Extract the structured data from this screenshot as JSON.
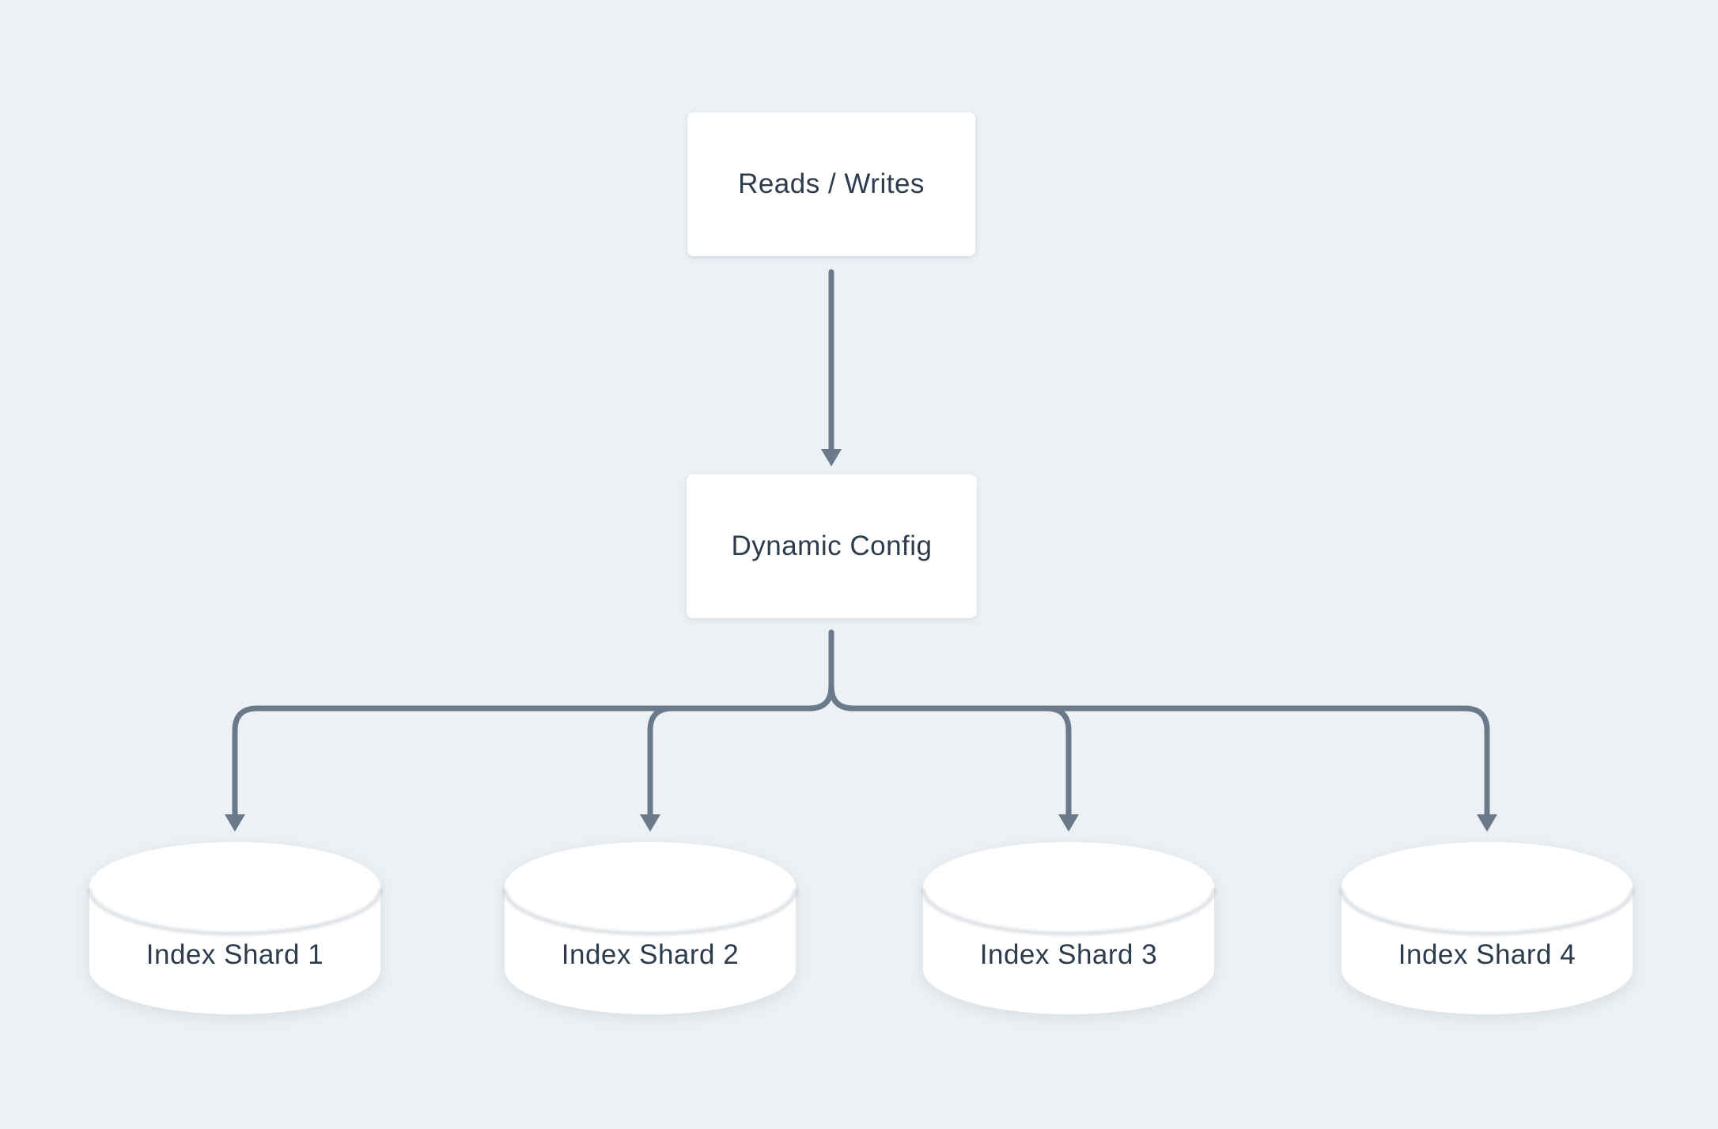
{
  "diagram": {
    "colors": {
      "background": "#edf1f5",
      "node_fill": "#ffffff",
      "connector": "#6a7a8a",
      "text": "#2d3c4d"
    },
    "nodes": {
      "reads_writes": {
        "label": "Reads / Writes",
        "shape": "box"
      },
      "dynamic_config": {
        "label": "Dynamic Config",
        "shape": "box"
      },
      "shards": [
        {
          "label": "Index Shard 1",
          "shape": "cylinder"
        },
        {
          "label": "Index Shard 2",
          "shape": "cylinder"
        },
        {
          "label": "Index Shard 3",
          "shape": "cylinder"
        },
        {
          "label": "Index Shard 4",
          "shape": "cylinder"
        }
      ]
    },
    "edges": [
      {
        "from": "Reads / Writes",
        "to": "Dynamic Config",
        "arrow": true
      },
      {
        "from": "Dynamic Config",
        "to": "Index Shard 1",
        "arrow": true
      },
      {
        "from": "Dynamic Config",
        "to": "Index Shard 2",
        "arrow": true
      },
      {
        "from": "Dynamic Config",
        "to": "Index Shard 3",
        "arrow": true
      },
      {
        "from": "Dynamic Config",
        "to": "Index Shard 4",
        "arrow": true
      }
    ]
  }
}
